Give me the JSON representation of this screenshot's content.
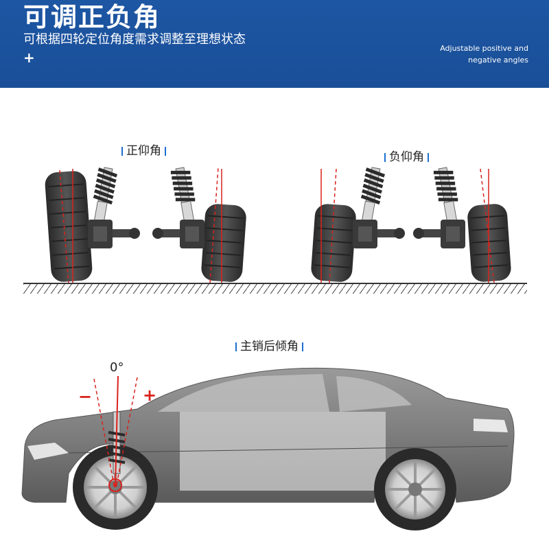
{
  "header": {
    "title": "可调正负角",
    "subtitle": "可根据四轮定位角度需求调整至理想状态",
    "plus_mark": "+",
    "english_line1": "Adjustable positive and",
    "english_line2": "negative angles"
  },
  "sections": {
    "positive_camber": "正仰角",
    "negative_camber": "负仰角",
    "caster": "主销后倾角"
  },
  "caster_marks": {
    "zero": "0°",
    "minus": "−",
    "plus": "+"
  },
  "colors": {
    "banner": "#1d56a3",
    "accent_red": "#d9221c",
    "label_bar": "#1a6fd0"
  }
}
